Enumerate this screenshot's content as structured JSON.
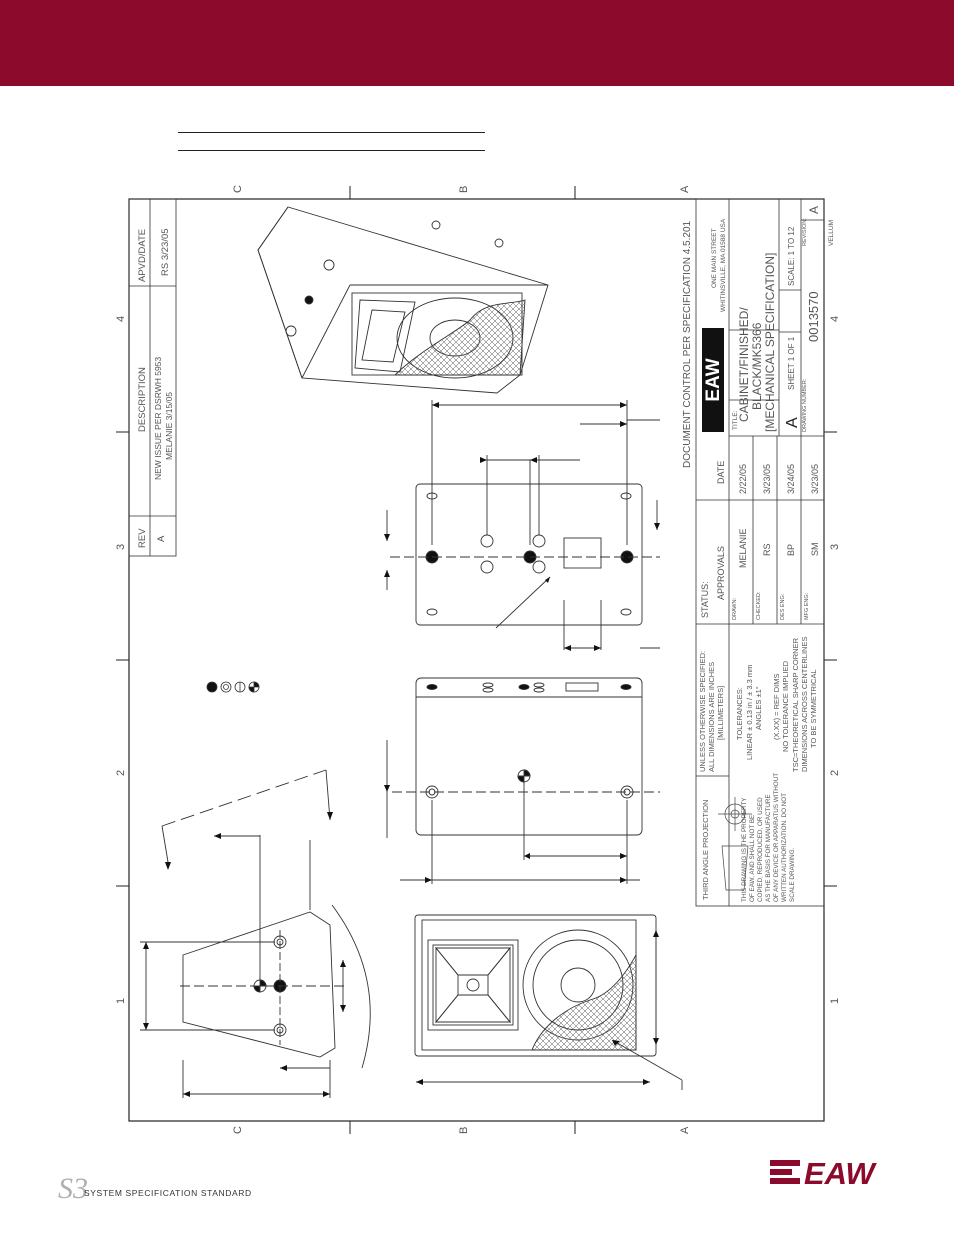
{
  "header": {
    "brand_color": "#8c0a2b"
  },
  "grid": {
    "letters": [
      "C",
      "B",
      "A"
    ],
    "numbers": [
      "4",
      "3",
      "2",
      "1"
    ]
  },
  "revision_block": {
    "headers": [
      "REV",
      "DESCRIPTION",
      "APVD/DATE"
    ],
    "rows": [
      {
        "rev": "A",
        "desc1": "NEW ISSUE PER DSRWH 5953",
        "desc2": "MELANIE 3/15/05",
        "apvd": "RS 3/23/05"
      }
    ]
  },
  "title_block": {
    "doc_control": "DOCUMENT CONTROL PER SPECIFICATION 4.5.201",
    "address1": "ONE MAIN STREET",
    "address2": "WHITINSVILLE, MA  01588  USA",
    "title_label": "TITLE:",
    "title1": "CABINET/FINISHED/",
    "title2": "BLACK/MK5366",
    "title3": "[MECHANICAL SPECIFICATION]",
    "size": "A",
    "sheet": "SHEET 1 OF 1",
    "scale": "SCALE: 1 TO 12",
    "drawing_number_label": "DRAWING NUMBER:",
    "drawing_number": "0013570",
    "revision_label": "REVISION:",
    "revision": "A",
    "vellum": "VELLUM",
    "status": "STATUS:",
    "approvals": "APPROVALS",
    "date": "DATE",
    "approval_rows": [
      {
        "role": "DRAWN:",
        "name": "MELANIE",
        "date": "2/22/05"
      },
      {
        "role": "CHECKED:",
        "name": "RS",
        "date": "3/23/05"
      },
      {
        "role": "DES ENG:",
        "name": "BP",
        "date": "3/24/05"
      },
      {
        "role": "MFG ENG:",
        "name": "SM",
        "date": "3/23/05"
      }
    ],
    "notes": [
      "UNLESS OTHERWISE SPECIFIED:",
      "ALL DIMENSIONS ARE INCHES",
      "[MILLIMETERS]",
      "TOLERANCES:",
      "LINEAR ± 0.13 in / ± 3.3 mm",
      "ANGLES ±1°",
      "(X.XX) = REF DIMS",
      "NO TOLERANCE IMPLIED",
      "TSC=THEORETICAL SHARP CORNER",
      "DIMENSIONS ACROSS CENTERLINES",
      "TO BE SYMMETRICAL"
    ],
    "projection": "THIRD ANGLE PROJECTION",
    "property_notice": [
      "THIS DRAWING IS THE PROPERTY",
      "OF EAW, AND SHALL NOT BE",
      "COPIED, REPRODUCED, OR USED",
      "AS THE BASIS FOR MANUFACTURE",
      "OF ANY DEVICE OR APPARATUS WITHOUT",
      "WRITTEN AUTHORIZATION.  DO NOT",
      "SCALE DRAWING."
    ]
  },
  "footer": {
    "logo_mark": "S3",
    "standard_text": "SYSTEM SPECIFICATION STANDARD",
    "brand": "EAW"
  }
}
